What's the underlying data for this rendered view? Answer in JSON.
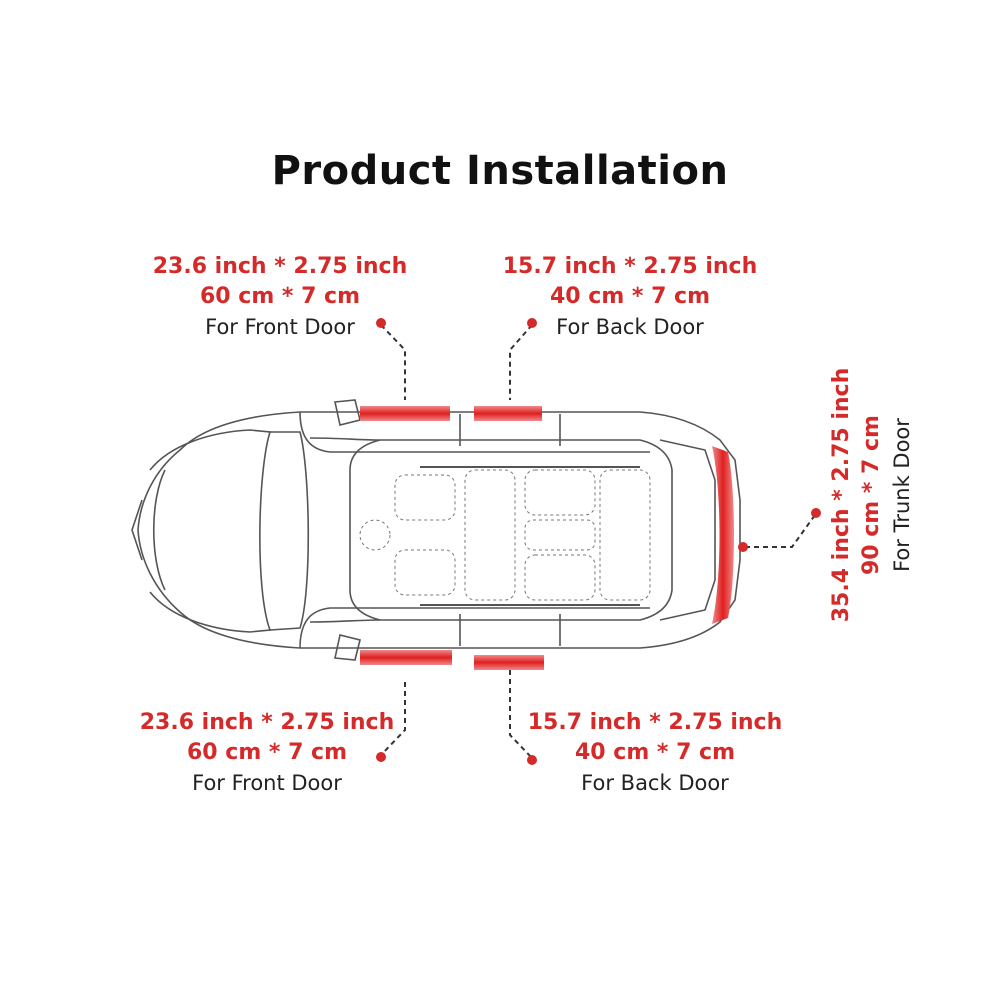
{
  "title": "Product Installation",
  "labels": {
    "front_door_top": {
      "size_inch": "23.6 inch * 2.75 inch",
      "size_cm": "60 cm * 7 cm",
      "usage": "For Front Door"
    },
    "back_door_top": {
      "size_inch": "15.7 inch * 2.75 inch",
      "size_cm": "40 cm * 7 cm",
      "usage": "For Back Door"
    },
    "trunk_door": {
      "size_inch": "35.4 inch * 2.75 inch",
      "size_cm": "90 cm * 7 cm",
      "usage": "For Trunk Door"
    },
    "front_door_bottom": {
      "size_inch": "23.6 inch * 2.75 inch",
      "size_cm": "60 cm * 7 cm",
      "usage": "For Front Door"
    },
    "back_door_bottom": {
      "size_inch": "15.7 inch * 2.75 inch",
      "size_cm": "40 cm * 7 cm",
      "usage": "For Back Door"
    }
  },
  "colors": {
    "accent": "#d42a2a",
    "text": "#222222",
    "outline": "#555555"
  }
}
